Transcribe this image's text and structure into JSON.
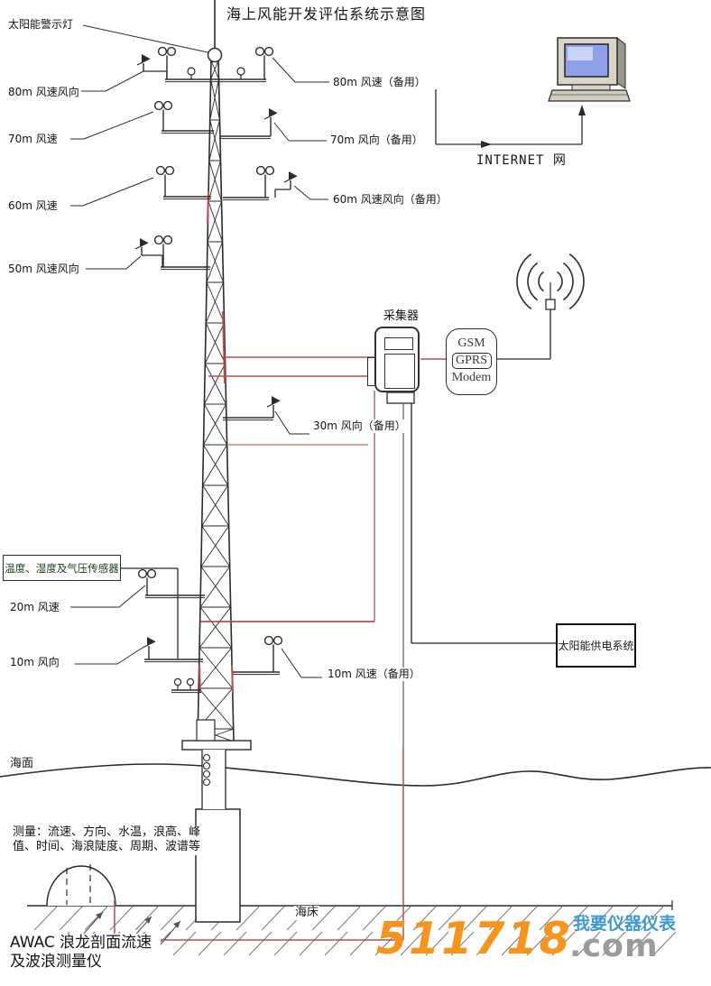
{
  "title": "海上风能开发评估系统示意图",
  "labels": {
    "solar_light": "太阳能警示灯",
    "h80_left": "80m 风速风向",
    "h80_right": "80m 风速（备用）",
    "h70_left": "70m 风速",
    "h70_right": "70m 风向（备用）",
    "h60_left": "60m 风速",
    "h60_right": "60m 风速风向（备用）",
    "h50_left": "50m 风速风向",
    "internet": "INTERNET 网",
    "collector": "采集器",
    "gsm": "GSM",
    "gprs": "GPRS",
    "modem": "Modem",
    "h30_right": "30m 风向（备用）",
    "temp_sensor": "温度、湿度及气压传感器",
    "h20_left": "20m 风速",
    "solar_power": "太阳能供电系统",
    "h10_left": "10m 风向",
    "h10_right": "10m 风速（备用）",
    "sea_surface": "海面",
    "measurement": "测量：流速、方向、水温，浪高、峰值、时间、海浪陡度、周期、波谱等",
    "seabed": "海床",
    "awac": "AWAC 浪龙剖面流速及波浪测量仪"
  },
  "watermark": {
    "number": "511718",
    "suffix": ".com",
    "slogan": "我要仪器仪表"
  },
  "icons": {
    "cup-anemometer-icon": "two-circles-on-post",
    "wind-vane-icon": "flag-on-post",
    "warning-light-icon": "circle-lamp-on-mast",
    "radio-waves-icon": "concentric-arcs",
    "antenna-icon": "mast-with-feed",
    "computer-icon": "desktop-pc-with-keyboard",
    "awac-dome-icon": "semicircle-dome-on-seabed"
  },
  "colors": {
    "line": "#2b2b2b",
    "cable_red": "#b0524e",
    "cable_pink": "#d4928e",
    "cable_dark": "#8a5f5f",
    "tower_red": "#c0504d",
    "power_line": "#222222",
    "awac_gray": "#5a5a5a",
    "hatch": "#787878",
    "watermark_orange": "#f7941e",
    "watermark_blue": "#3d9ad1",
    "watermark_gray": "#9b9b9b",
    "screen_blue": "#8fa0e8",
    "computer_beige": "#d8d4c8"
  }
}
